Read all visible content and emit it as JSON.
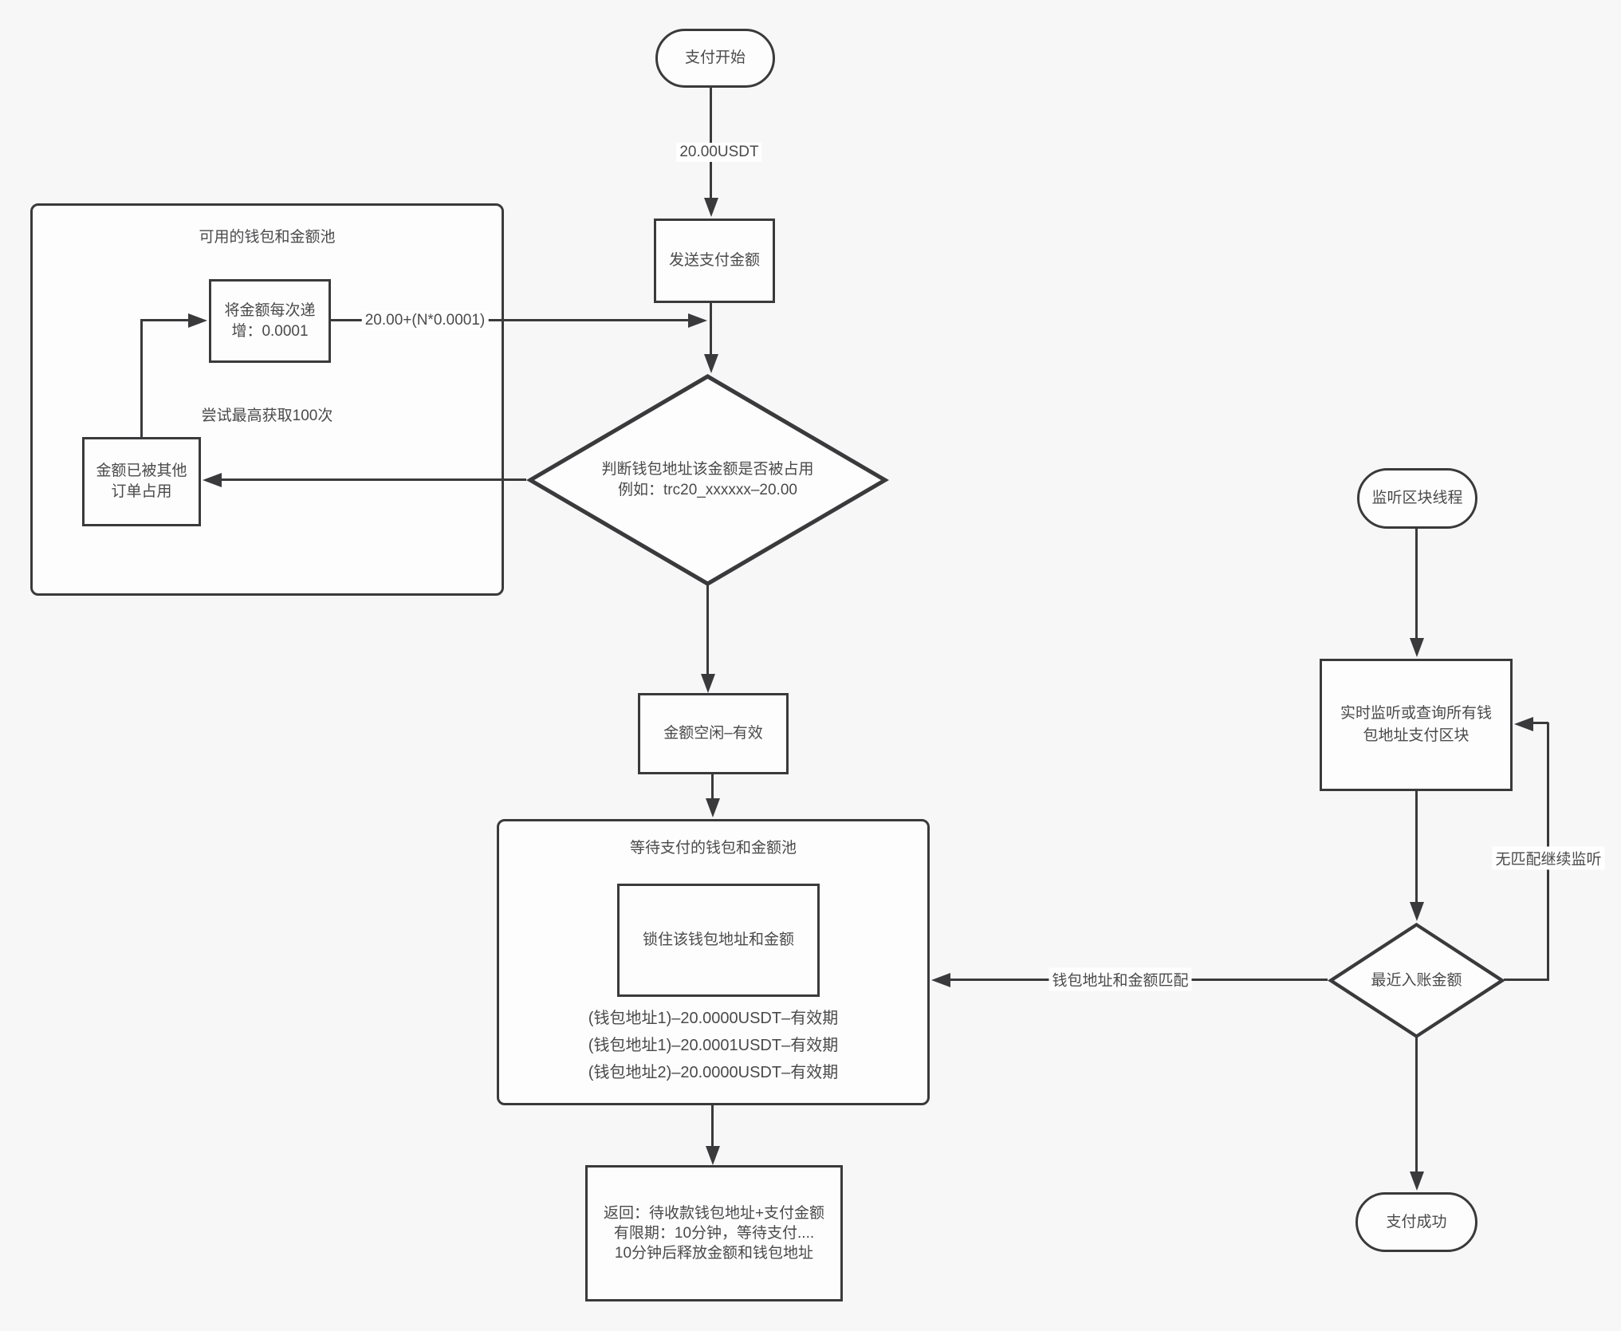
{
  "diagram": {
    "start": {
      "label": "支付开始"
    },
    "edge_amount_label": "20.00USDT",
    "send_box": {
      "label": "发送支付金额"
    },
    "increment_edge_label": "20.00+(N*0.0001)",
    "available_pool": {
      "title": "可用的钱包和金额池",
      "increment_box": {
        "line1": "将金额每次递",
        "line2": "增：0.0001"
      },
      "retry_note": "尝试最高获取100次",
      "occupied_box": {
        "line1": "金额已被其他",
        "line2": "订单占用"
      }
    },
    "check_diamond": {
      "line1": "判断钱包地址该金额是否被占用",
      "line2": "例如：trc20_xxxxxx–20.00"
    },
    "idle_box": {
      "label": "金额空闲–有效"
    },
    "waiting_pool": {
      "title": "等待支付的钱包和金额池",
      "lock_box": {
        "label": "锁住该钱包地址和金额"
      },
      "entries": [
        "(钱包地址1)–20.0000USDT–有效期",
        "(钱包地址1)–20.0001USDT–有效期",
        "(钱包地址2)–20.0000USDT–有效期"
      ]
    },
    "return_box": {
      "line1": "返回：待收款钱包地址+支付金额",
      "line2": "有限期：10分钟，等待支付....",
      "line3": "10分钟后释放金额和钱包地址"
    },
    "listen_start": {
      "label": "监听区块线程"
    },
    "monitor_box": {
      "line1": "实时监听或查询所有钱",
      "line2": "包地址支付区块"
    },
    "no_match_edge_label": "无匹配继续监听",
    "recent_diamond": {
      "label": "最近入账金额"
    },
    "match_edge_label": "钱包地址和金额匹配",
    "success": {
      "label": "支付成功"
    },
    "colors": {
      "background": "#f7f7f7",
      "line": "#3a3a3c",
      "node_fill": "#fdfdfd",
      "text": "#4a4a4c",
      "label_background": "#ffffff"
    }
  }
}
